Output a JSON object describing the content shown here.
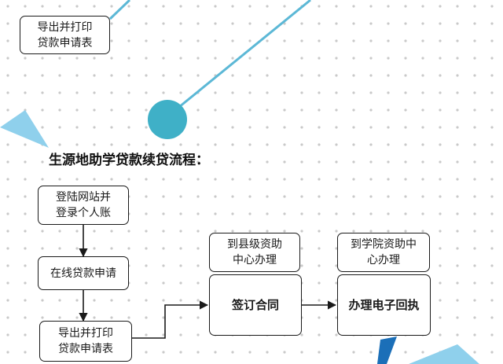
{
  "colors": {
    "dot": "#c9c9c9",
    "line": "#5cb8d6",
    "circle": "#3fb0c7",
    "triangle_light": "#8fd0ec",
    "triangle_dark": "#1b6fb8",
    "border": "#1a1a1a"
  },
  "top_fragment": {
    "export_box": {
      "line1": "导出并打印",
      "line2": "贷款申请表"
    }
  },
  "flow": {
    "title": "生源地助学贷款续贷流程：",
    "login": {
      "line1": "登陆网站并",
      "line2": "登录个人账"
    },
    "apply_online": "在线贷款申请",
    "export_print": {
      "line1": "导出并打印",
      "line2": "贷款申请表"
    },
    "county_center": {
      "line1": "到县级资助",
      "line2": "中心办理"
    },
    "sign_contract": "签订合同",
    "school_center": {
      "line1": "到学院资助中",
      "line2": "心办理"
    },
    "e_receipt": "办理电子回执"
  }
}
